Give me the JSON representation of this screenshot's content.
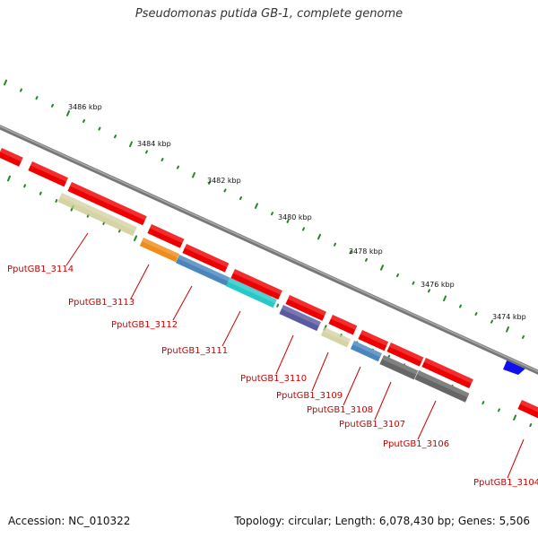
{
  "title": "Pseudomonas putida GB-1, complete genome",
  "footer": {
    "accession": "Accession: NC_010322",
    "summary": "Topology: circular; Length: 6,078,430 bp; Genes: 5,506"
  },
  "ticks": [
    "3486 kbp",
    "3484 kbp",
    "3482 kbp",
    "3480 kbp",
    "3478 kbp",
    "3476 kbp",
    "3474 kbp"
  ],
  "genes": [
    {
      "label": "PputGB1_3114",
      "color": "#c8c487"
    },
    {
      "label": "PputGB1_3113",
      "color": "#f08c1a"
    },
    {
      "label": "PputGB1_3112",
      "color": "#4a86bd"
    },
    {
      "label": "PputGB1_3111",
      "color": "#28c8c8"
    },
    {
      "label": "PputGB1_3110",
      "color": "#5a5aa0"
    },
    {
      "label": "PputGB1_3109",
      "color": "#c8c487"
    },
    {
      "label": "PputGB1_3108",
      "color": "#4a86bd"
    },
    {
      "label": "PputGB1_3107",
      "color": "#666666"
    },
    {
      "label": "PputGB1_3106",
      "color": "#666666"
    },
    {
      "label": "PputGB1_3104",
      "color": "#e00000"
    }
  ],
  "colors": {
    "cds_red": "#ee0000",
    "backbone": "#888888",
    "tick": "#228822",
    "label": "#cc0000",
    "forward_arrow": "#1010ee"
  }
}
